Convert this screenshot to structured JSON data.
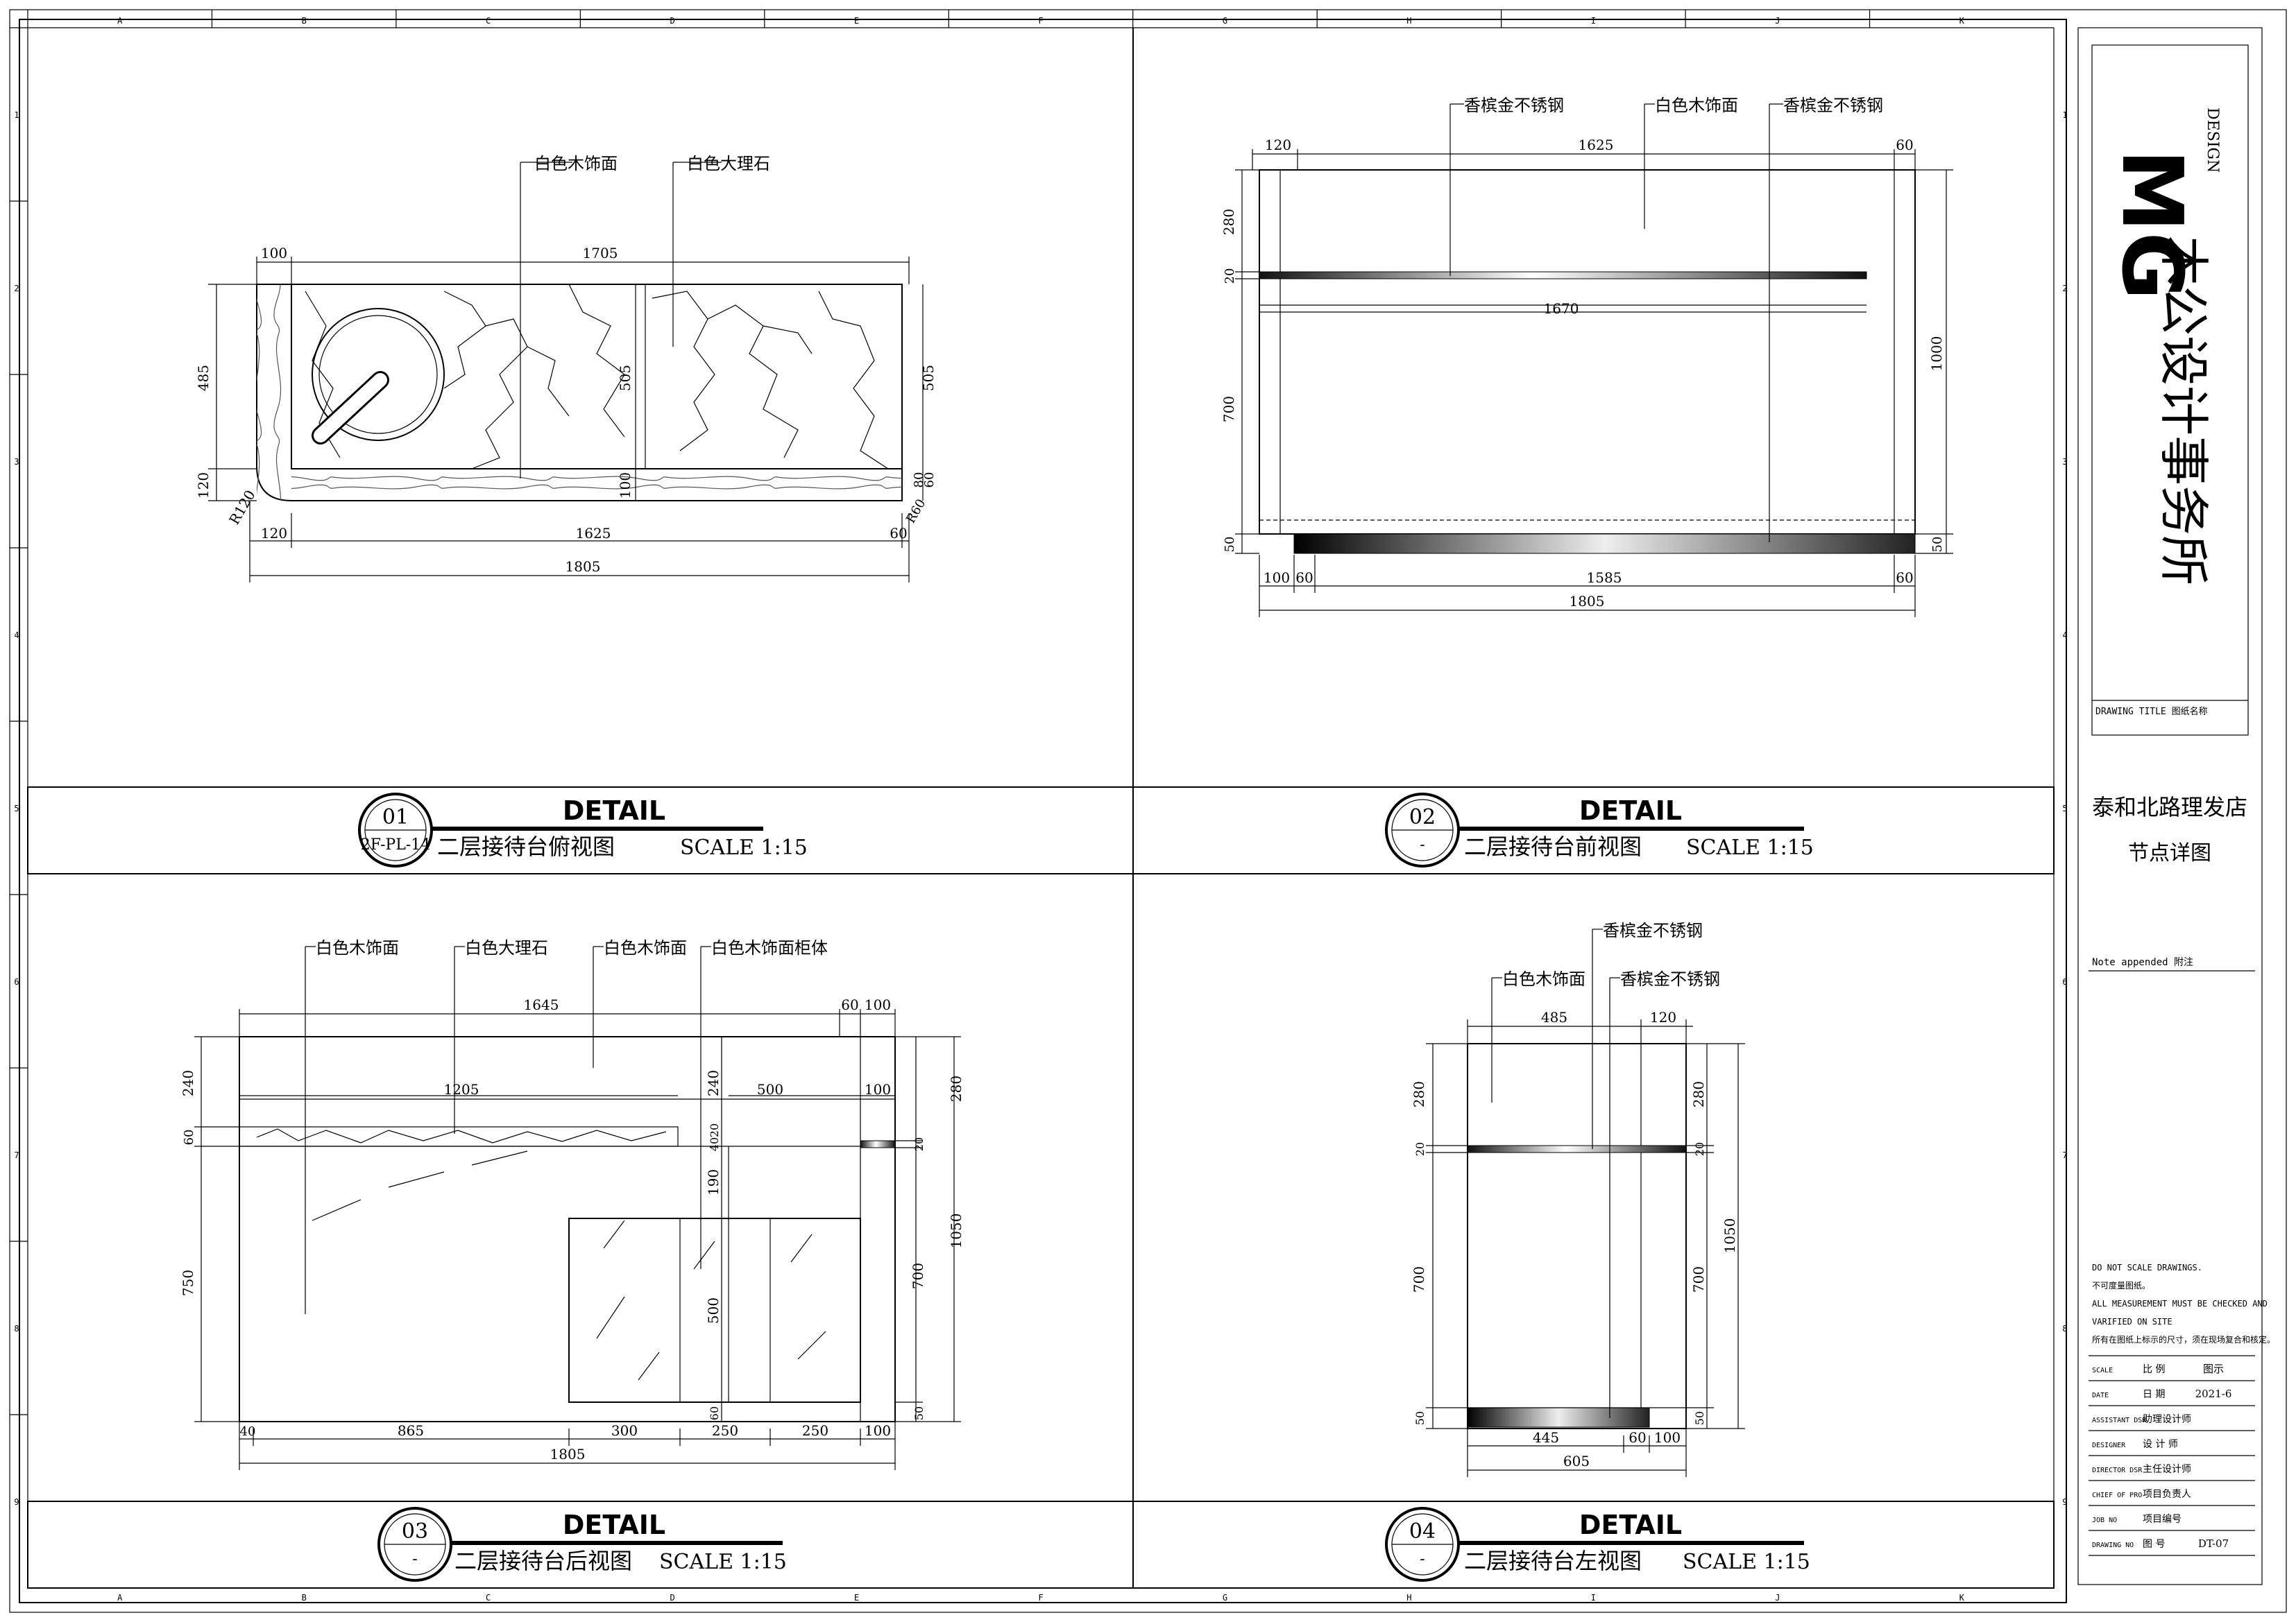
{
  "grid": {
    "columns": [
      "A",
      "B",
      "C",
      "D",
      "E",
      "F",
      "G",
      "H",
      "I",
      "J",
      "K"
    ],
    "rows": [
      "1",
      "2",
      "3",
      "4",
      "5",
      "6",
      "7",
      "8",
      "9"
    ]
  },
  "title_block": {
    "logo": "MG",
    "logo_sub": "DESIGN",
    "studio_name": "木公设计事务所",
    "drawing_title_label": "DRAWING TITLE  图纸名称",
    "project_name": "泰和北路理发店",
    "drawing_name": "节点详图",
    "note_label": "Note appended 附注",
    "notes": [
      "DO NOT SCALE DRAWINGS.",
      "不可度量图纸。",
      "ALL MEASUREMENT MUST BE CHECKED AND",
      "VARIFIED ON SITE",
      "所有在图纸上标示的尺寸，须在现场复合和核定。"
    ],
    "fields": [
      {
        "en": "SCALE",
        "cn": "比    例",
        "value": "图示"
      },
      {
        "en": "DATE",
        "cn": "日    期",
        "value": "2021-6"
      },
      {
        "en": "ASSISTANT DSR",
        "cn": "助理设计师",
        "value": ""
      },
      {
        "en": "DESIGNER",
        "cn": "设 计 师",
        "value": ""
      },
      {
        "en": "DIRECTOR DSR",
        "cn": "主任设计师",
        "value": ""
      },
      {
        "en": "CHIEF OF PRO",
        "cn": "项目负责人",
        "value": ""
      },
      {
        "en": "JOB NO",
        "cn": "项目编号",
        "value": ""
      },
      {
        "en": "DRAWING NO",
        "cn": "图    号",
        "value": "DT-07"
      }
    ]
  },
  "views": {
    "v1": {
      "num": "01",
      "sub": "2F-PL-14",
      "detail": "DETAIL",
      "name": "二层接待台俯视图",
      "scale": "SCALE 1:15",
      "labels": [
        "白色木饰面",
        "白色大理石"
      ],
      "dims": {
        "top_a": "100",
        "top_b": "1705",
        "left_a": "485",
        "left_b": "120",
        "radius": "R120",
        "mid_a": "505",
        "mid_b": "100",
        "right_a": "505",
        "right_b": "60",
        "right_c": "80",
        "corner": "R60",
        "bot_a": "120",
        "bot_b": "1625",
        "bot_c": "60",
        "bot_total": "1805"
      }
    },
    "v2": {
      "num": "02",
      "sub": "-",
      "detail": "DETAIL",
      "name": "二层接待台前视图",
      "scale": "SCALE 1:15",
      "labels": [
        "香槟金不锈钢",
        "白色木饰面",
        "香槟金不锈钢"
      ],
      "dims": {
        "top_a": "120",
        "top_b": "1625",
        "top_c": "60",
        "inner": "1670",
        "left_a": "280",
        "left_b": "20",
        "left_c": "700",
        "left_d": "50",
        "right_a": "1000",
        "right_b": "50",
        "bot_a": "100",
        "bot_b": "60",
        "bot_c": "1585",
        "bot_d": "60",
        "bot_total": "1805"
      }
    },
    "v3": {
      "num": "03",
      "sub": "-",
      "detail": "DETAIL",
      "name": "二层接待台后视图",
      "scale": "SCALE 1:15",
      "labels": [
        "白色木饰面",
        "白色大理石",
        "白色木饰面",
        "白色木饰面柜体"
      ],
      "dims": {
        "top_a": "1645",
        "top_b": "60",
        "top_c": "100",
        "inner_a": "1205",
        "inner_b": "500",
        "inner_c": "100",
        "left_a": "240",
        "left_b": "60",
        "left_c": "750",
        "mid_a": "240",
        "mid_b": "20",
        "mid_c": "40",
        "mid_d": "190",
        "mid_e": "500",
        "mid_f": "60",
        "right_a": "280",
        "right_b": "20",
        "right_c": "700",
        "right_d": "1050",
        "right_e": "50",
        "bot_a": "40",
        "bot_b": "865",
        "bot_c": "300",
        "bot_d": "250",
        "bot_e": "250",
        "bot_f": "100",
        "bot_total": "1805"
      }
    },
    "v4": {
      "num": "04",
      "sub": "-",
      "detail": "DETAIL",
      "name": "二层接待台左视图",
      "scale": "SCALE 1:15",
      "labels": [
        "香槟金不锈钢",
        "白色木饰面",
        "香槟金不锈钢"
      ],
      "dims": {
        "top_a": "485",
        "top_b": "120",
        "left_a": "280",
        "left_b": "20",
        "left_c": "700",
        "left_d": "50",
        "right_a": "280",
        "right_b": "20",
        "right_c": "700",
        "right_d": "1050",
        "right_e": "50",
        "bot_a": "445",
        "bot_b": "60",
        "bot_c": "100",
        "bot_total": "605"
      }
    }
  }
}
